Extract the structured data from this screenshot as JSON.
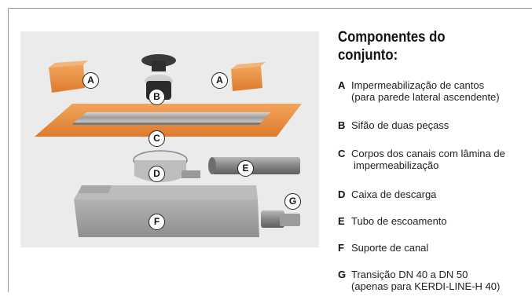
{
  "title": "Componentes do conjunto:",
  "labels": {
    "a_left": "A",
    "a_right": "A",
    "b": "B",
    "c": "C",
    "d": "D",
    "e": "E",
    "f": "F",
    "g": "G"
  },
  "items": [
    {
      "key": "A",
      "line1": "Impermeabilização de cantos",
      "line2": "(para parede lateral ascendente)"
    },
    {
      "key": "B",
      "line1": "Sifão de duas peçass"
    },
    {
      "key": "C",
      "line1": "Corpos dos canais com lâmina de",
      "line2": "impermeabilização"
    },
    {
      "key": "D",
      "line1": "Caixa de descarga"
    },
    {
      "key": "E",
      "line1": "Tubo de escoamento"
    },
    {
      "key": "F",
      "line1": "Suporte de canal"
    },
    {
      "key": "G",
      "line1": "Transição DN 40 a DN 50",
      "line2": "(apenas para KERDI-LINE-H 40)"
    }
  ],
  "colors": {
    "membrane": "#e98a3a",
    "pipe": "#8c8c8c",
    "support": "#9a9a9a",
    "photo_bg": "#ebebeb"
  }
}
